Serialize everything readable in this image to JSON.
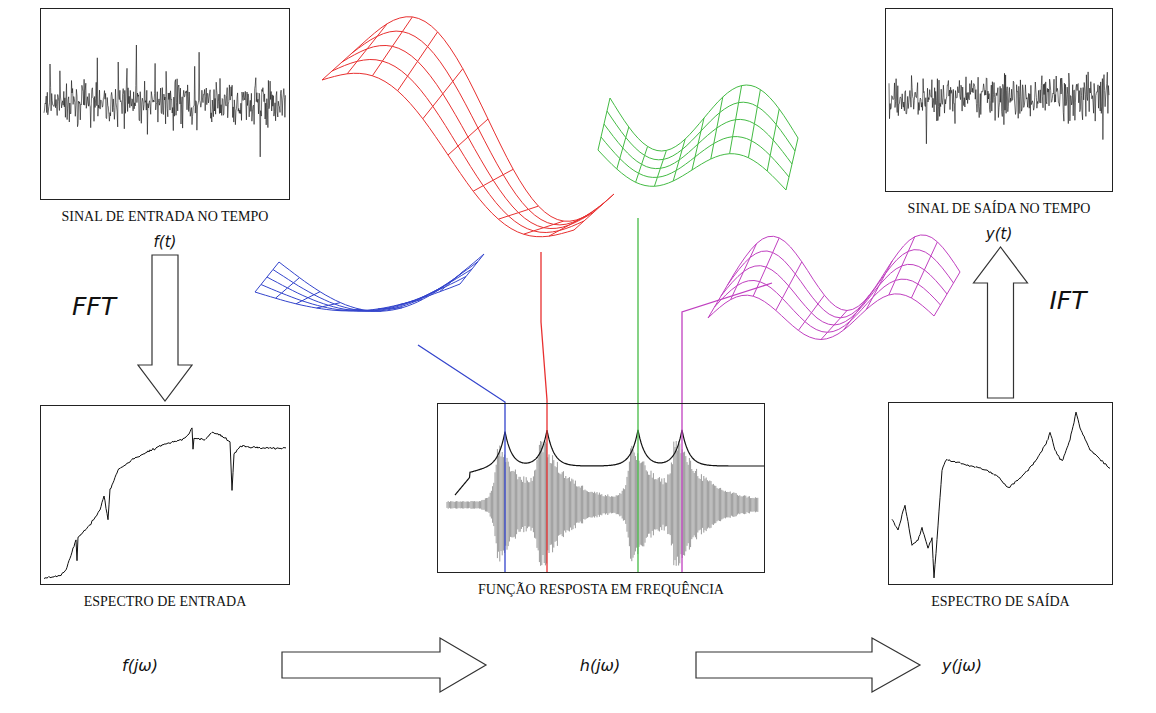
{
  "diagram": {
    "nodes": [
      {
        "text": [
          "SINAL DE ENTRADA NO TEMPO",
          "f(t)"
        ]
      },
      {
        "text": [
          "SINAL DE SAÍDA NO TEMPO",
          "y(t)"
        ]
      },
      {
        "text": [
          "ESPECTRO DE ENTRADA"
        ]
      },
      {
        "text": [
          "FUNÇÃO RESPOSTA EM FREQUÊNCIA"
        ]
      },
      {
        "text": [
          "ESPECTRO DE SAÍDA"
        ]
      }
    ],
    "edges": [
      {
        "from": 0,
        "to": 2,
        "arrow": "to",
        "label": "FFT"
      },
      {
        "from": 4,
        "to": 1,
        "arrow": "to",
        "label": "IFT"
      }
    ],
    "labels": [
      "f(jω)",
      "h(jω)",
      "y(jω)"
    ]
  }
}
